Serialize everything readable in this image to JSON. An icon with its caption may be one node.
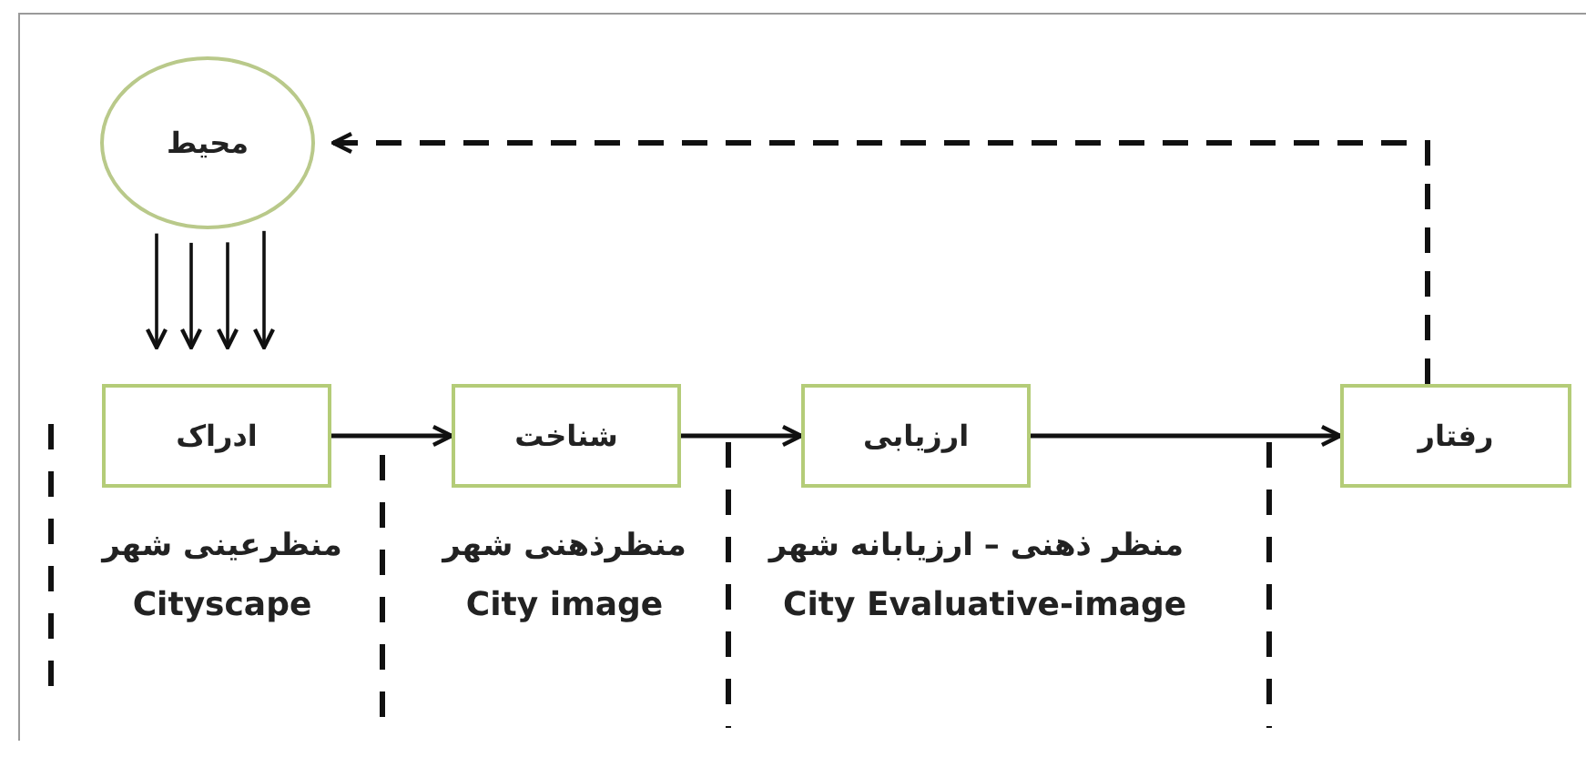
{
  "diagram": {
    "nodes": [
      {
        "text": [
          "محیط"
        ]
      },
      {
        "text": [
          "ادراک"
        ]
      },
      {
        "text": [
          "شناخت"
        ]
      },
      {
        "text": [
          "ارزیابی"
        ]
      },
      {
        "text": [
          "رفتار"
        ]
      }
    ],
    "edges": [
      {
        "from": 0,
        "to": 1,
        "arrow": "to"
      },
      {
        "from": 0,
        "to": 1,
        "arrow": "to"
      },
      {
        "from": 0,
        "to": 1,
        "arrow": "to"
      },
      {
        "from": 0,
        "to": 1,
        "arrow": "to"
      },
      {
        "from": 1,
        "to": 2,
        "arrow": "to"
      },
      {
        "from": 2,
        "to": 3,
        "arrow": "to"
      },
      {
        "from": 3,
        "to": 4,
        "arrow": "to"
      },
      {
        "from": 4,
        "to": 0,
        "arrow": "to",
        "style": "dashed"
      }
    ],
    "labels": [
      "منظرعینی شهر",
      "Cityscape",
      "منظرذهنی شهر",
      "City image",
      "منظر ذهنی – ارزیابانه شهر",
      "City Evaluative-image"
    ]
  }
}
